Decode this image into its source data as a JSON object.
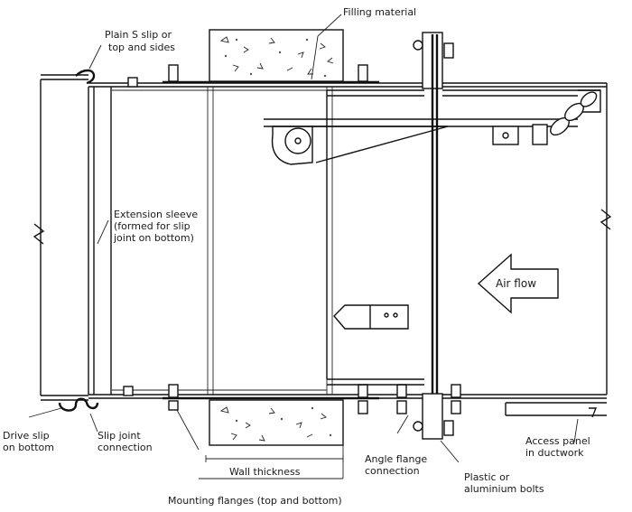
{
  "labels": {
    "filling_material": "Filling material",
    "plain_s_slip": "Plain S slip or",
    "plain_s_slip_2": "top and sides",
    "extension_sleeve_1": "Extension sleeve",
    "extension_sleeve_2": "(formed for slip",
    "extension_sleeve_3": "joint on bottom)",
    "air_flow": "Air flow",
    "drive_slip_1": "Drive slip",
    "drive_slip_2": "on bottom",
    "slip_joint_1": "Slip joint",
    "slip_joint_2": "connection",
    "wall_thickness": "Wall thickness",
    "mounting_flanges": "Mounting flanges (top and bottom)",
    "angle_flange_1": "Angle flange",
    "angle_flange_2": "connection",
    "plastic_bolts_1": "Plastic or",
    "plastic_bolts_2": "aluminium bolts",
    "access_panel_1": "Access panel",
    "access_panel_2": "in ductwork"
  }
}
